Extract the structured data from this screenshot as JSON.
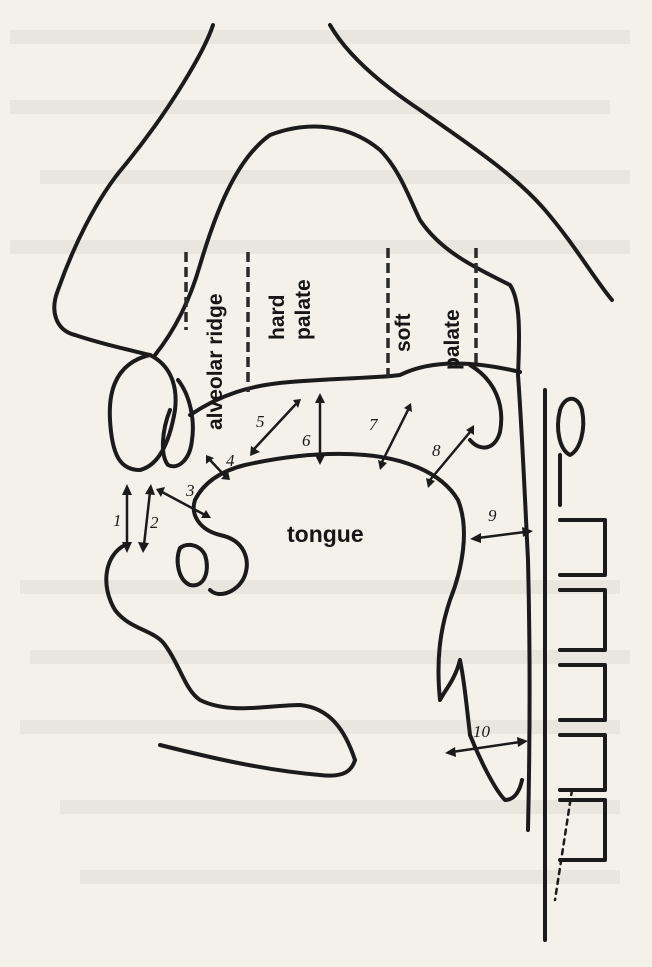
{
  "labels": {
    "alveolar_ridge": "alveolar ridge",
    "hard_palate_line1": "hard",
    "hard_palate_line2": "palate",
    "soft_palate_line1": "soft",
    "soft_palate_line2": "palate",
    "tongue": "tongue"
  },
  "numbers": [
    "1",
    "2",
    "3",
    "4",
    "5",
    "6",
    "7",
    "8",
    "9",
    "10"
  ],
  "colors": {
    "ink": "#1b1b1b",
    "paper": "#f4f1ea"
  }
}
